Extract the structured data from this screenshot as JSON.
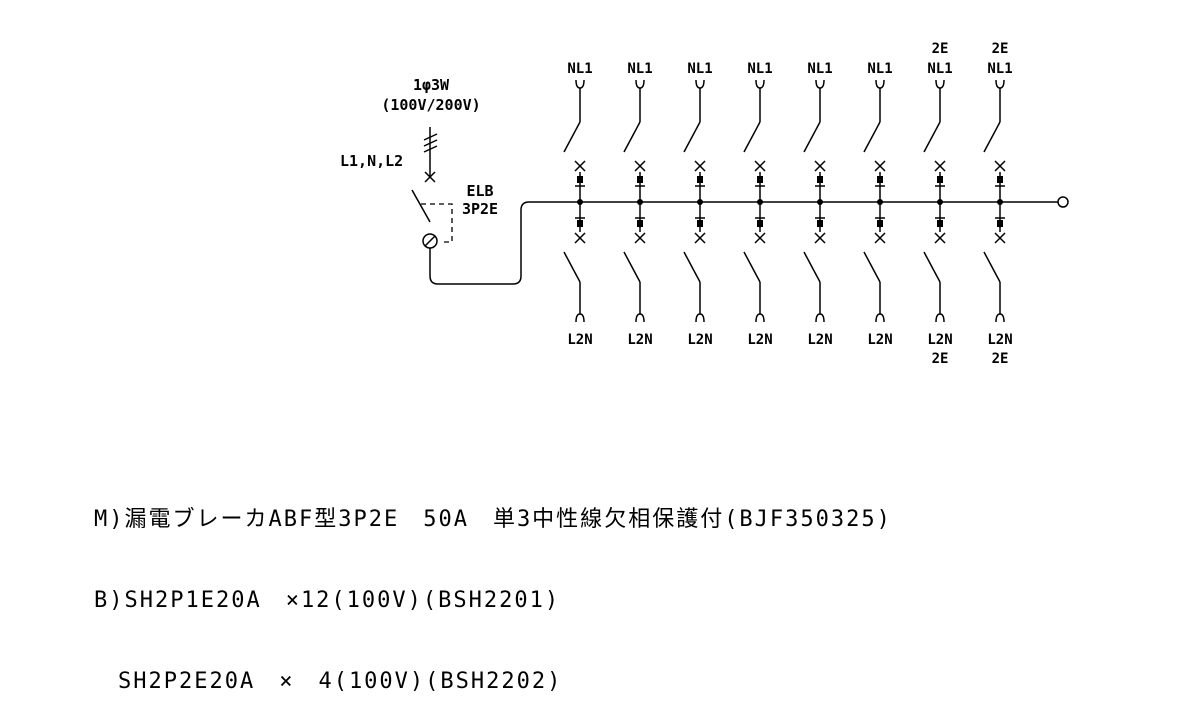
{
  "supply": {
    "phase": "1φ3W",
    "voltage": "(100V/200V)",
    "lines": "L1,N,L2"
  },
  "main_breaker": {
    "name": "ELB",
    "poles": "3P2E"
  },
  "branches": [
    {
      "top_ext": "",
      "top": "NL1",
      "bottom": "L2N",
      "bottom_ext": ""
    },
    {
      "top_ext": "",
      "top": "NL1",
      "bottom": "L2N",
      "bottom_ext": ""
    },
    {
      "top_ext": "",
      "top": "NL1",
      "bottom": "L2N",
      "bottom_ext": ""
    },
    {
      "top_ext": "",
      "top": "NL1",
      "bottom": "L2N",
      "bottom_ext": ""
    },
    {
      "top_ext": "",
      "top": "NL1",
      "bottom": "L2N",
      "bottom_ext": ""
    },
    {
      "top_ext": "",
      "top": "NL1",
      "bottom": "L2N",
      "bottom_ext": ""
    },
    {
      "top_ext": "2E",
      "top": "NL1",
      "bottom": "L2N",
      "bottom_ext": "2E"
    },
    {
      "top_ext": "2E",
      "top": "NL1",
      "bottom": "L2N",
      "bottom_ext": "2E"
    }
  ],
  "notes": [
    "M)漏電ブレーカABF型3P2E　50A　単3中性線欠相保護付(BJF350325)",
    "B)SH2P1E20A　×12(100V)(BSH2201)",
    "　SH2P2E20A　×　4(100V)(BSH2202)"
  ]
}
